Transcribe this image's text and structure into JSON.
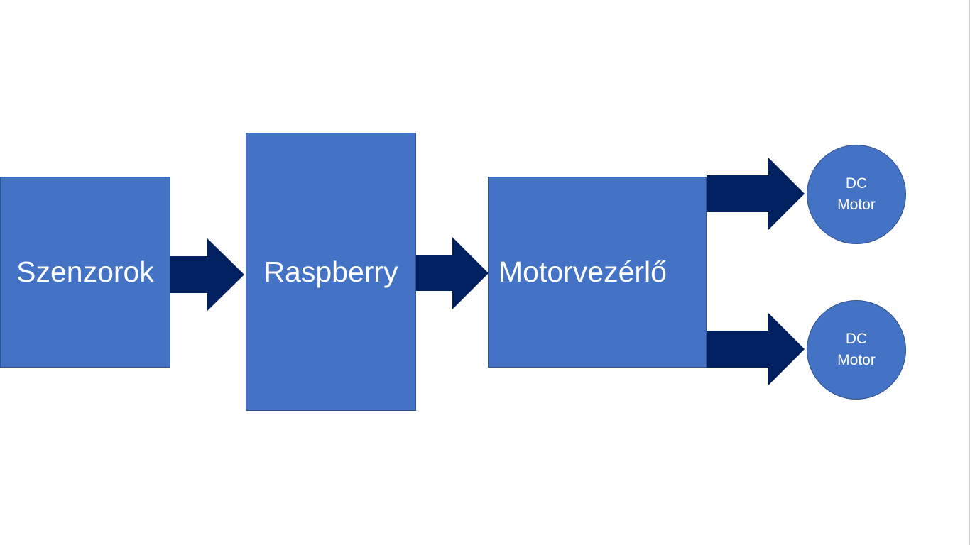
{
  "diagram": {
    "blocks": {
      "sensors": "Szenzorok",
      "raspberry": "Raspberry",
      "controller": "Motorvezérlő"
    },
    "motors": [
      {
        "line1": "DC",
        "line2": "Motor"
      },
      {
        "line1": "DC",
        "line2": "Motor"
      }
    ]
  },
  "colors": {
    "block_fill": "#4472c4",
    "block_border": "#2f528f",
    "arrow_fill": "#002060",
    "text": "#ffffff"
  }
}
